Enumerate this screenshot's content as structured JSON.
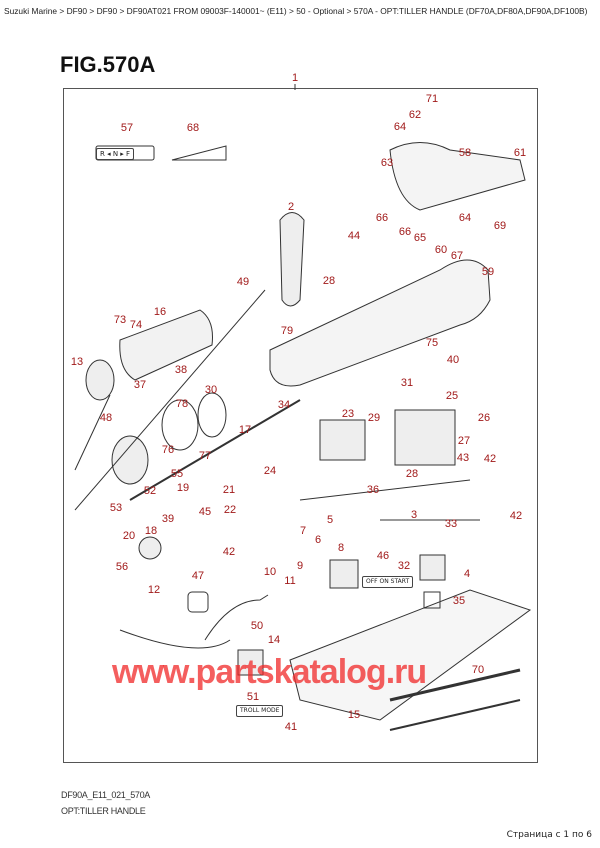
{
  "breadcrumb": "Suzuki Marine > DF90 > DF90 > DF90AT021 FROM 09003F-140001~ (E11) > 50 - Optional > 570A - OPT:TILLER HANDLE (DF70A,DF80A,DF90A,DF100B)",
  "figure_title": "FIG.570A",
  "callouts": [
    "1",
    "57",
    "68",
    "71",
    "62",
    "64",
    "63",
    "58",
    "61",
    "66",
    "66",
    "65",
    "60",
    "64",
    "69",
    "67",
    "59",
    "2",
    "44",
    "28",
    "49",
    "16",
    "73",
    "74",
    "79",
    "75",
    "40",
    "31",
    "13",
    "37",
    "38",
    "48",
    "78",
    "30",
    "25",
    "26",
    "34",
    "23",
    "29",
    "17",
    "76",
    "55",
    "77",
    "27",
    "42",
    "43",
    "24",
    "28",
    "52",
    "19",
    "21",
    "53",
    "18",
    "39",
    "45",
    "22",
    "36",
    "3",
    "33",
    "42",
    "20",
    "5",
    "7",
    "6",
    "8",
    "42",
    "46",
    "32",
    "4",
    "9",
    "56",
    "47",
    "10",
    "11",
    "12",
    "35",
    "50",
    "14",
    "51",
    "70",
    "15",
    "41"
  ],
  "labels": {
    "troll_mode": "TROLL MODE",
    "switch_label": "OFF ON START",
    "shift_symbols": "R ◂ N ▸ F"
  },
  "watermark": "www.partskatalog.ru",
  "footer": {
    "code": "DF90A_E11_021_570A",
    "name": "OPT:TILLER HANDLE"
  },
  "page_indicator": "Страница с 1 по 6",
  "colors": {
    "callout": "#a11a1a",
    "watermark": "#f02828"
  }
}
